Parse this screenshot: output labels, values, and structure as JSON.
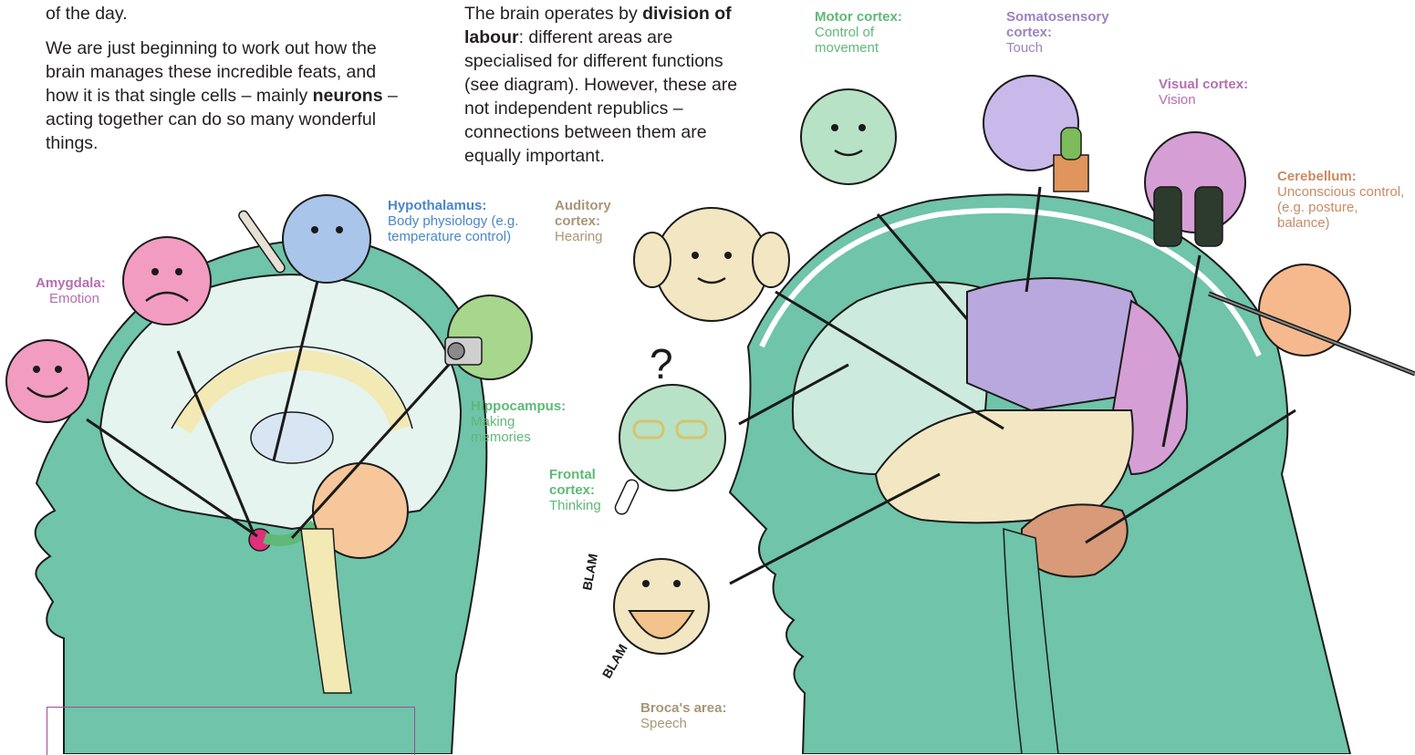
{
  "colors": {
    "head": "#6fc4a9",
    "head_outline": "#1a1a1a",
    "brain_light": "#e6f4ef",
    "amygdala": "#b56fb0",
    "hypothalamus": "#4a86c8",
    "hippocampus": "#5fb878",
    "auditory": "#a89678",
    "frontal": "#5fb878",
    "broca": "#a89678",
    "motor": "#5fb878",
    "somato": "#9b83c2",
    "visual": "#b56fb0",
    "cerebellum": "#c98b63",
    "text": "#231f20"
  },
  "text_left": {
    "line1": "of the day.",
    "para2_pre": "We are just beginning to work out how the brain manages these incredible feats, and how it is that single cells – mainly ",
    "para2_bold": "neurons",
    "para2_post": " – acting together can do so many wonderful things."
  },
  "text_mid": {
    "pre": "The brain operates by ",
    "bold": "division of labour",
    "post": ": different areas are specialised for different functions (see diagram). However, these are not independent republics – connections between them are equally important."
  },
  "labels": {
    "amygdala": {
      "title": "Amygdala:",
      "desc": "Emotion"
    },
    "hypothalamus": {
      "title": "Hypothalamus:",
      "desc": "Body physiology (e.g. temperature control)"
    },
    "hippocampus": {
      "title": "Hippocampus:",
      "desc": "Making memories"
    },
    "auditory": {
      "title": "Auditory cortex:",
      "desc": "Hearing"
    },
    "frontal": {
      "title": "Frontal cortex:",
      "desc": "Thinking"
    },
    "broca": {
      "title": "Broca's area:",
      "desc": "Speech"
    },
    "motor": {
      "title": "Motor cortex:",
      "desc": "Control of movement"
    },
    "somato": {
      "title": "Somatosensory cortex:",
      "desc": "Touch"
    },
    "visual": {
      "title": "Visual cortex:",
      "desc": "Vision"
    },
    "cerebellum": {
      "title": "Cerebellum:",
      "desc": "Unconscious control, (e.g. posture, balance)"
    }
  },
  "sound_words": [
    "BLAM",
    "BLAM"
  ]
}
